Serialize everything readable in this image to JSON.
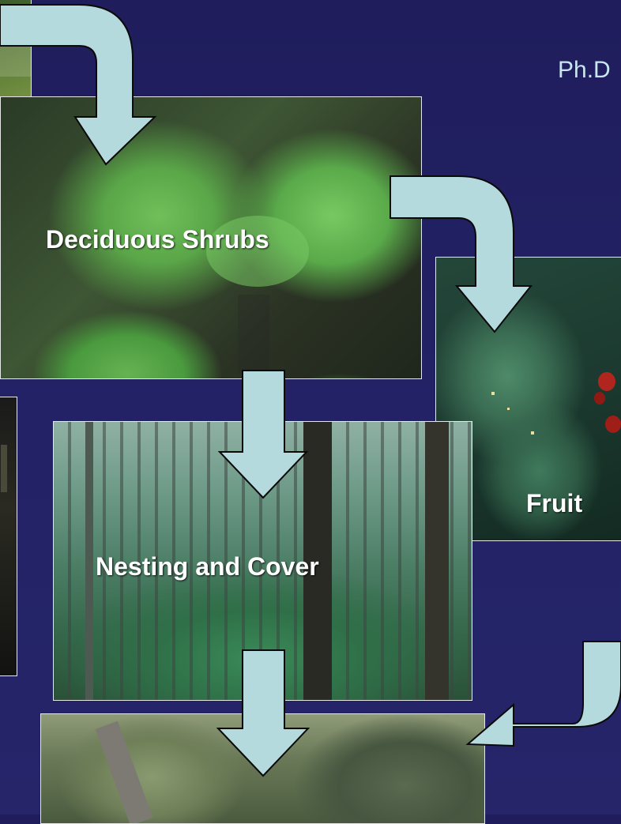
{
  "header": {
    "partial_text": "Ph.D"
  },
  "panels": {
    "deciduous": {
      "label": "Deciduous Shrubs"
    },
    "fruit": {
      "label": "Fruit"
    },
    "nesting": {
      "label": "Nesting and Cover"
    }
  },
  "colors": {
    "background": "#23226a",
    "arrow_fill": "#b4dadd",
    "arrow_stroke": "#0a0a0a",
    "label_text": "#ffffff",
    "header_text": "#c8e6ee"
  }
}
